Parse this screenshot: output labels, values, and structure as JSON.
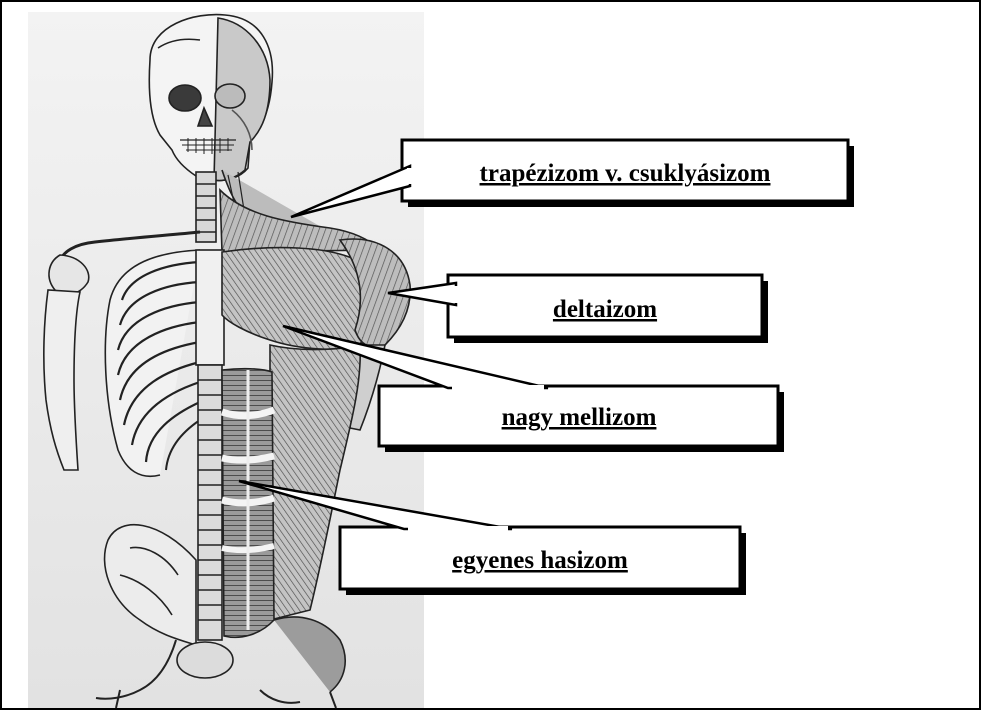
{
  "figure": {
    "callouts": [
      {
        "id": "trapezius",
        "text": "trapézizom v. csuklyásizom"
      },
      {
        "id": "deltoid",
        "text": "deltaizom"
      },
      {
        "id": "pectoralis",
        "text": "nagy mellizom"
      },
      {
        "id": "rectus",
        "text": "egyenes hasizom"
      }
    ]
  },
  "colors": {
    "border": "#000000",
    "panel_bg": "#ededed",
    "box_bg": "#ffffff",
    "line": "#1a1a1a"
  }
}
